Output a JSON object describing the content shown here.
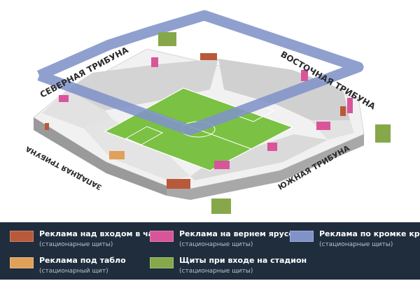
{
  "stands": {
    "north": "СЕВЕРНАЯ ТРИБУНА",
    "east": "ВОСТОЧНАЯ ТРИБУНА",
    "south": "ЮЖНАЯ ТРИБУНА",
    "west": "ЗАПАДНАЯ ТРИБУНА"
  },
  "colors": {
    "entrance": "#b8593a",
    "upper_tier": "#d9559a",
    "roof_edge": "#7f93c8",
    "scoreboard": "#e0a15a",
    "gate": "#86a84a",
    "pitch": "#7bc143",
    "stands": "#cfcfcf"
  },
  "legend": [
    {
      "title": "Реклама над входом в чашу",
      "subtitle": "(стационарные щиты)",
      "color_key": "entrance"
    },
    {
      "title": "Реклама на вернем ярусе",
      "subtitle": "(стационарные щиты)",
      "color_key": "upper_tier"
    },
    {
      "title": "Реклама по кромке крыши",
      "subtitle": "(стационарные щиты)",
      "color_key": "roof_edge"
    },
    {
      "title": "Реклама под табло",
      "subtitle": "(стационарный щит)",
      "color_key": "scoreboard"
    },
    {
      "title": "Щиты при входе на стадион",
      "subtitle": "(стационарные щиты)",
      "color_key": "gate"
    }
  ]
}
